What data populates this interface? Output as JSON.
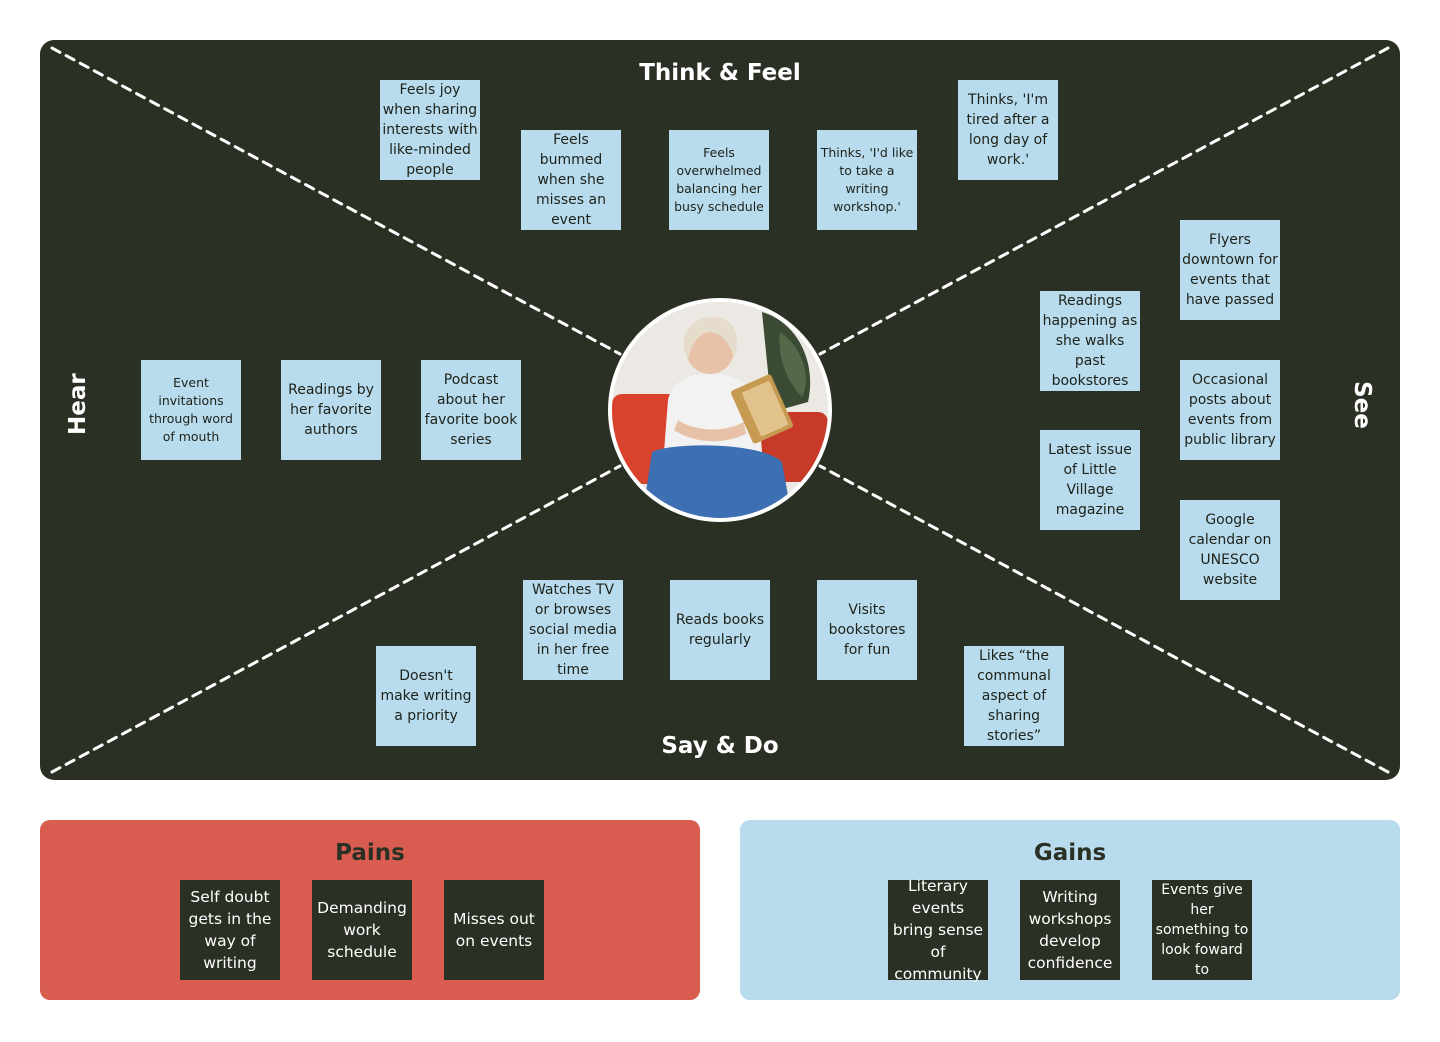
{
  "empathy_map": {
    "quadrants": {
      "think_feel": "Think & Feel",
      "hear": "Hear",
      "see": "See",
      "say_do": "Say & Do"
    },
    "think_feel_notes": [
      "Feels joy when sharing interests with like-minded people",
      "Feels bummed when she misses an event",
      "Feels overwhelmed balancing her busy schedule",
      "Thinks, 'I'd like to take a writing workshop.'",
      "Thinks, 'I'm tired after a long day of work.'"
    ],
    "hear_notes": [
      "Event invitations through word of mouth",
      "Readings by her favorite authors",
      "Podcast about her favorite book series"
    ],
    "see_notes": [
      "Readings happening as she walks past bookstores",
      "Latest issue of Little Village magazine",
      "Flyers downtown for events that have passed",
      "Occasional posts about events from public library",
      "Google calendar on UNESCO website"
    ],
    "say_do_notes": [
      "Doesn't make writing a priority",
      "Watches TV or browses social media in her free time",
      "Reads books regularly",
      "Visits bookstores for fun",
      "Likes “the communal aspect of sharing stories”"
    ]
  },
  "pains": {
    "title": "Pains",
    "items": [
      "Self doubt gets in the way of writing",
      "Demanding work schedule",
      "Misses out on events"
    ]
  },
  "gains": {
    "title": "Gains",
    "items": [
      "Literary events bring sense of community",
      "Writing workshops develop confidence",
      "Events give her something to look foward to"
    ]
  },
  "colors": {
    "map_background": "#2b3025",
    "sticky_note": "#b8dcee",
    "pains_panel": "#d85d50",
    "gains_panel": "#b8dcee",
    "dark_note": "#2b3025"
  }
}
